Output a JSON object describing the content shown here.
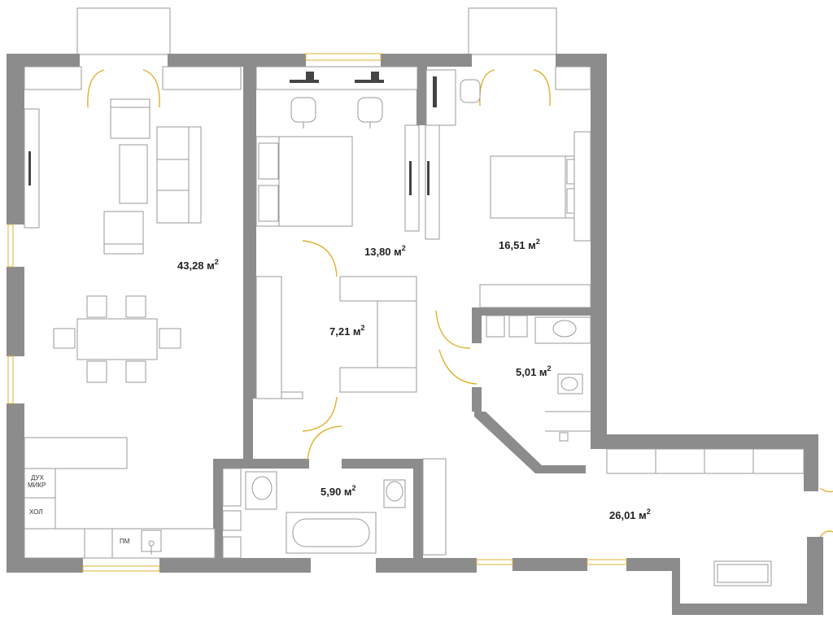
{
  "rooms": {
    "living": {
      "value": "43,28 м",
      "sup": "2"
    },
    "bedroom1": {
      "value": "13,80 м",
      "sup": "2"
    },
    "bedroom2": {
      "value": "16,51 м",
      "sup": "2"
    },
    "hall": {
      "value": "7,21 м",
      "sup": "2"
    },
    "bath_small": {
      "value": "5,01 м",
      "sup": "2"
    },
    "bath_main": {
      "value": "5,90 м",
      "sup": "2"
    },
    "corridor": {
      "value": "26,01 м",
      "sup": "2"
    }
  },
  "appliances": {
    "oven_micro_line1": "ДУХ",
    "oven_micro_line2": "МИКР",
    "fridge": "ХОЛ",
    "dishwasher": "ПМ"
  },
  "colors": {
    "wall": "#8c8c8c",
    "door": "#e0b030",
    "furniture_stroke": "#9a9a9a"
  }
}
